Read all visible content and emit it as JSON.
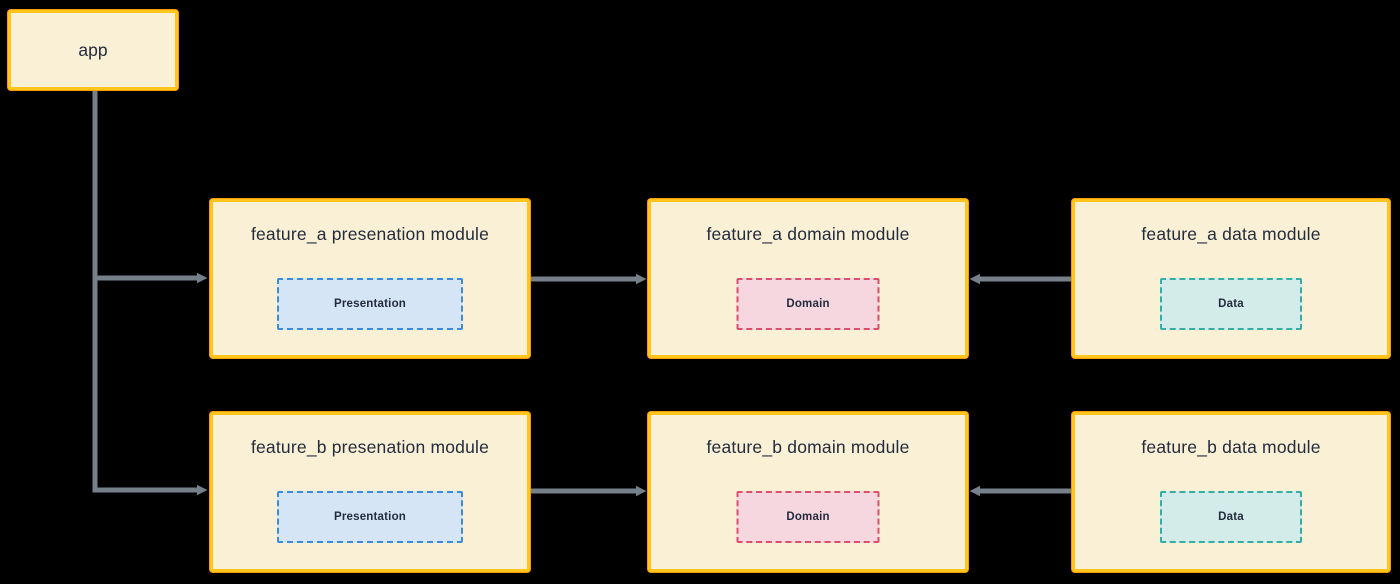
{
  "diagram_type": "flowchart",
  "colors": {
    "background": "#000000",
    "module-fill": "#FAF0D5",
    "module-border": "#FFC51D",
    "module-border-outline": "#F59E00",
    "connector": "#75808B",
    "text": "#232C3D",
    "presentation-fill": "#D5E5F6",
    "presentation-border": "#3D8BDB",
    "domain-fill": "#F6D7E0",
    "domain-border": "#D9506A",
    "data-fill": "#D3ECE9",
    "data-border": "#36ACA3"
  },
  "nodes": {
    "app": {
      "label": "app"
    },
    "feature_a_presentation": {
      "title": "feature_a presenation module",
      "layer_label": "Presentation"
    },
    "feature_a_domain": {
      "title": "feature_a domain module",
      "layer_label": "Domain"
    },
    "feature_a_data": {
      "title": "feature_a data module",
      "layer_label": "Data"
    },
    "feature_b_presentation": {
      "title": "feature_b presenation module",
      "layer_label": "Presentation"
    },
    "feature_b_domain": {
      "title": "feature_b domain module",
      "layer_label": "Domain"
    },
    "feature_b_data": {
      "title": "feature_b data module",
      "layer_label": "Data"
    }
  },
  "edges": [
    {
      "from": "app",
      "to": "feature_a_presentation"
    },
    {
      "from": "app",
      "to": "feature_b_presentation"
    },
    {
      "from": "feature_a_presentation",
      "to": "feature_a_domain"
    },
    {
      "from": "feature_a_data",
      "to": "feature_a_domain"
    },
    {
      "from": "feature_b_presentation",
      "to": "feature_b_domain"
    },
    {
      "from": "feature_b_data",
      "to": "feature_b_domain"
    }
  ]
}
